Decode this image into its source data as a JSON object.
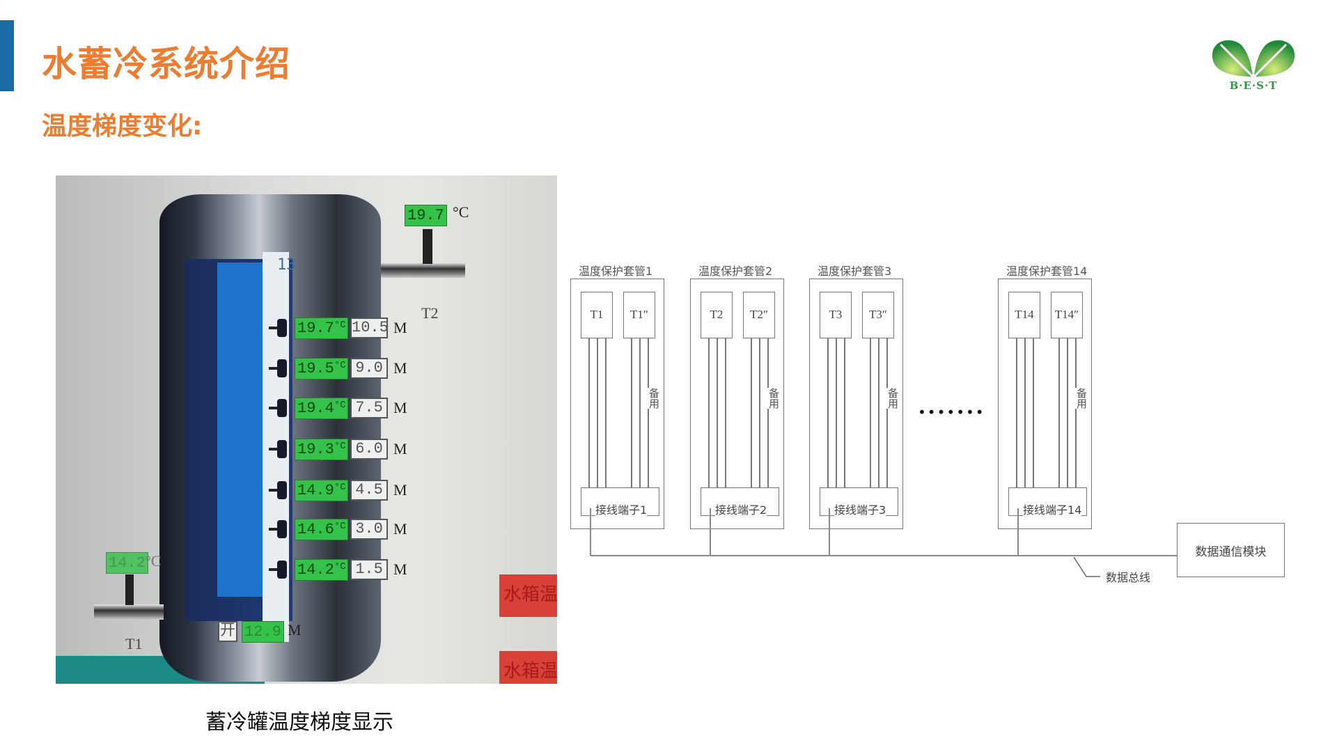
{
  "header": {
    "title": "水蓄冷系统介绍",
    "subtitle": "温度梯度变化:"
  },
  "logo": {
    "text": "B·E·S·T",
    "color": "#2e9a3e"
  },
  "photo": {
    "scale_top": "13",
    "t2": {
      "value": "19.7",
      "unit": "°C",
      "label": "T2"
    },
    "t1": {
      "value": "14.2",
      "unit": "°C",
      "label": "T1"
    },
    "readings": [
      {
        "temp": "19.7",
        "depth": "10.5"
      },
      {
        "temp": "19.5",
        "depth": "9.0"
      },
      {
        "temp": "19.4",
        "depth": "7.5"
      },
      {
        "temp": "19.3",
        "depth": "6.0"
      },
      {
        "temp": "14.9",
        "depth": "4.5"
      },
      {
        "temp": "14.6",
        "depth": "3.0"
      },
      {
        "temp": "14.2",
        "depth": "1.5"
      }
    ],
    "temp_unit": "°C",
    "depth_unit": "M",
    "level": {
      "prefix": "开",
      "value": "12.9",
      "unit": "M"
    },
    "red_buttons": [
      "水箱温",
      "水箱温"
    ],
    "caption": "蓄冷罐温度梯度显示"
  },
  "diagram": {
    "groups": [
      {
        "title": "温度保护套管1",
        "s1": "T1",
        "s2": "T1″",
        "terminal": "接线端子1",
        "spare": "备用"
      },
      {
        "title": "温度保护套管2",
        "s1": "T2",
        "s2": "T2″",
        "terminal": "接线端子2",
        "spare": "备用"
      },
      {
        "title": "温度保护套管3",
        "s1": "T3",
        "s2": "T3″",
        "terminal": "接线端子3",
        "spare": "备用"
      },
      {
        "title": "温度保护套管14",
        "s1": "T14",
        "s2": "T14″",
        "terminal": "接线端子14",
        "spare": "备用"
      }
    ],
    "ellipsis": "•••••••",
    "module": "数据通信模块",
    "bus_label": "数据总线"
  }
}
